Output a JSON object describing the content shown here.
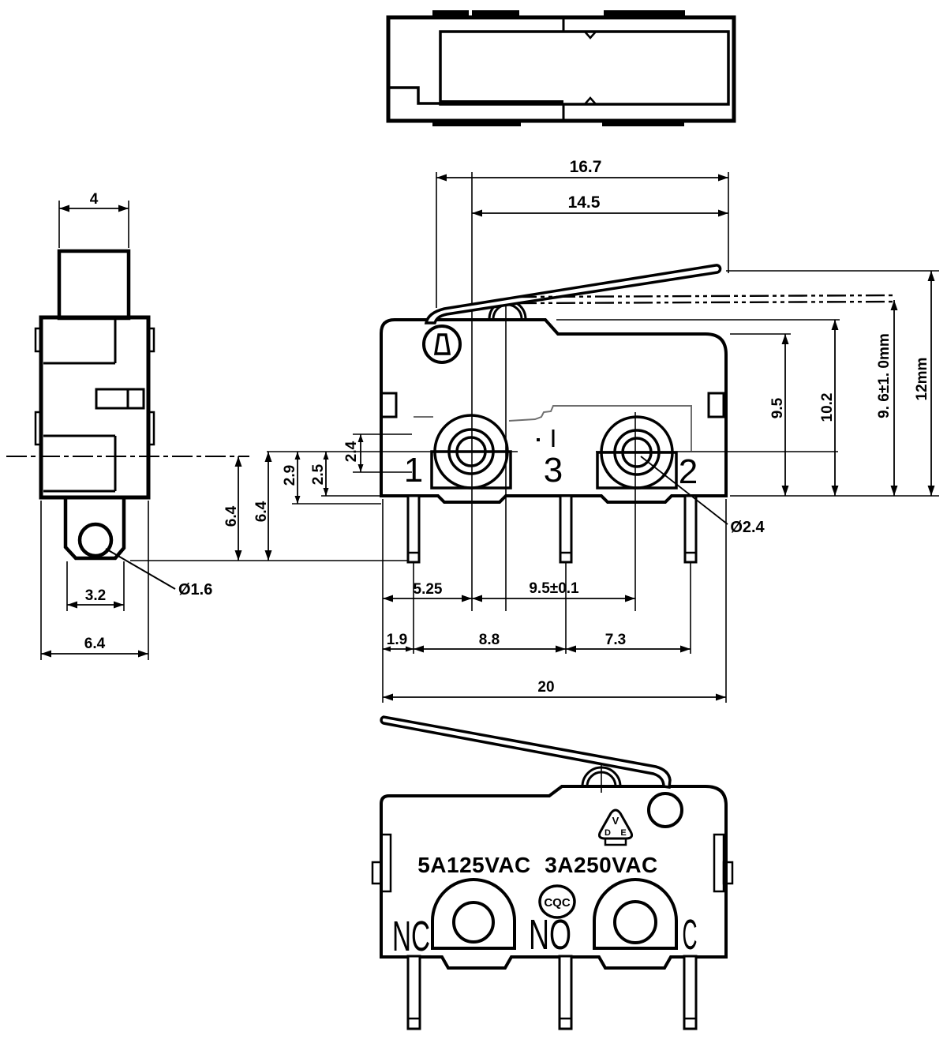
{
  "colors": {
    "ink": "#000000",
    "thin_line": "#6e6e6e",
    "background": "#ffffff"
  },
  "side_view": {
    "dims": {
      "button_width": "4",
      "hole_dia": "Ø1.6",
      "tab_width": "3.2",
      "body_width": "6.4",
      "terminal_depth": "6.4"
    }
  },
  "front_view": {
    "pins": {
      "p1": "1",
      "p3": "3",
      "p2": "2"
    },
    "dims": {
      "d167": "16.7",
      "d145": "14.5",
      "d95": "9.5",
      "d102": "10.2",
      "d96": "9. 6±1. 0mm",
      "d12": "12mm",
      "d24": "2.4",
      "d29": "2.9",
      "d25": "2.5",
      "d64": "6.4",
      "d525": "5.25",
      "d95t": "9.5±0.1",
      "d19": "1.9",
      "d88": "8.8",
      "d73": "7.3",
      "d20": "20",
      "dhole": "Ø2.4"
    }
  },
  "bottom_view": {
    "rating1": "5A125VAC",
    "rating2": "3A250VAC",
    "pins": {
      "nc": "NC",
      "no": "NO",
      "c": "C"
    },
    "vde": {
      "v": "V",
      "d": "D",
      "e": "E"
    },
    "cqc": "CQC"
  }
}
